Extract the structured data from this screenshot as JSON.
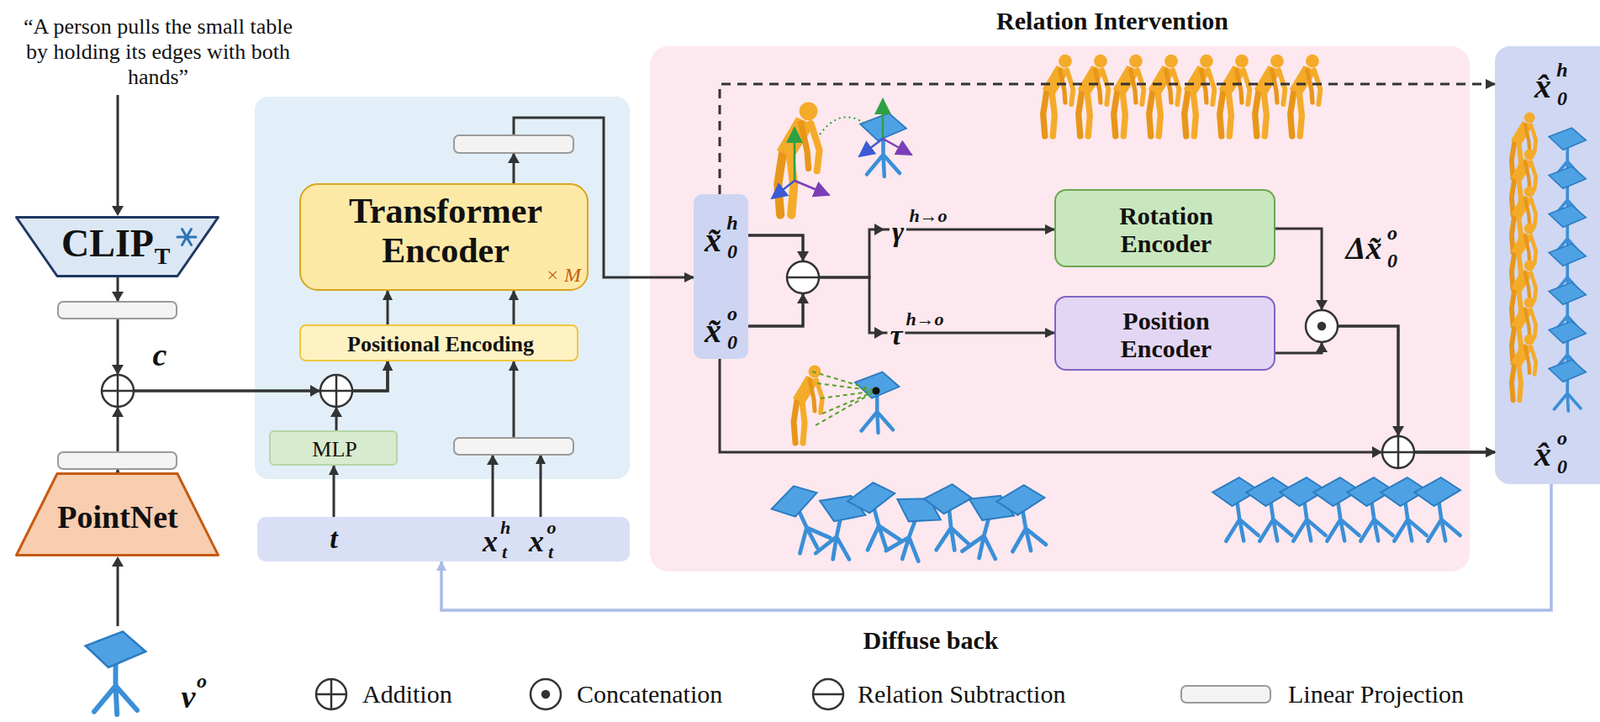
{
  "diagram": {
    "nodes": [
      {
        "text": [
          "CLIP",
          "T"
        ]
      },
      {
        "text": [
          "PointNet"
        ]
      },
      {
        "text": [
          "Transformer Encoder",
          "× M"
        ]
      },
      {
        "text": [
          "Positional Encoding"
        ]
      },
      {
        "text": [
          "MLP"
        ]
      },
      {
        "text": [
          "t",
          "x",
          "t",
          "h",
          "x",
          "t",
          "o"
        ]
      },
      {
        "text": [
          "Relation Intervention"
        ]
      },
      {
        "text": [
          "x̃",
          "0",
          "h",
          "x̃",
          "0",
          "o"
        ],
        "in": 6
      },
      {
        "text": [
          "Rotation Encoder"
        ],
        "in": 6
      },
      {
        "text": [
          "Position Encoder"
        ],
        "in": 6
      },
      {
        "text": [
          "x̂",
          "0",
          "h",
          "x̂",
          "0",
          "o"
        ]
      }
    ],
    "edges": [
      {
        "from": 0,
        "to": 3,
        "arrow": "to"
      },
      {
        "from": 1,
        "to": 3,
        "arrow": "to"
      },
      {
        "from": 4,
        "to": 3,
        "arrow": "to"
      },
      {
        "from": 5,
        "to": 4,
        "arrow": "to"
      },
      {
        "from": 5,
        "to": 3,
        "arrow": "to"
      },
      {
        "from": 3,
        "to": 2,
        "arrow": "to"
      },
      {
        "from": 2,
        "to": 7,
        "arrow": "to"
      },
      {
        "from": 7,
        "to": 10,
        "arrow": "to"
      },
      {
        "from": 7,
        "to": 8,
        "arrow": "to"
      },
      {
        "from": 7,
        "to": 9,
        "arrow": "to"
      },
      {
        "from": 8,
        "to": 10,
        "arrow": "to"
      },
      {
        "from": 9,
        "to": 10,
        "arrow": "to"
      },
      {
        "from": 7,
        "to": 10,
        "arrow": "to"
      },
      {
        "from": 10,
        "to": 5,
        "arrow": "to"
      }
    ],
    "labels": [
      "“A person pulls the small table by holding its edges with both hands”",
      "c",
      "v",
      "o",
      "γ",
      "h→o",
      "τ",
      "h→o",
      "Δx̃",
      "0",
      "o",
      "Diffuse back"
    ],
    "legend": [
      {
        "text": "Addition"
      },
      {
        "text": "Concatenation"
      },
      {
        "text": "Relation Subtraction"
      },
      {
        "text": "Linear Projection"
      }
    ]
  }
}
